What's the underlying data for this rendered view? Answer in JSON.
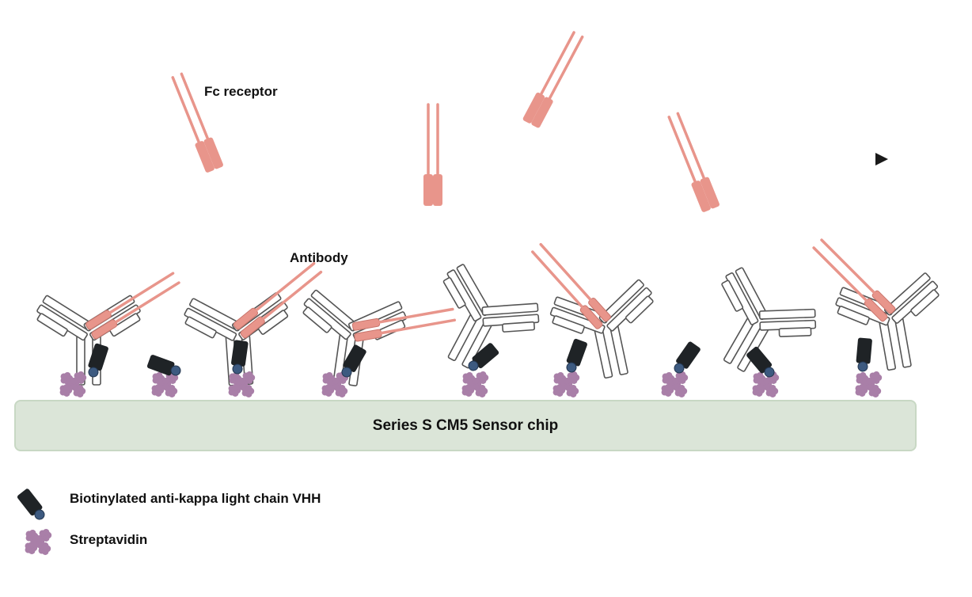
{
  "labels": {
    "fc_receptor": "Fc receptor",
    "antibody": "Antibody",
    "sensor_chip": "Series S CM5 Sensor chip"
  },
  "legend": {
    "vhh": "Biotinylated anti-kappa light chain VHH",
    "streptavidin": "Streptavidin"
  },
  "colors": {
    "fc_receptor": "#e8958b",
    "vhh": "#1f2326",
    "biotin": "#3d5a80",
    "streptavidin": "#a97fa8",
    "chip_fill": "#dbe5d8",
    "arrow": "#1a1a1a"
  }
}
